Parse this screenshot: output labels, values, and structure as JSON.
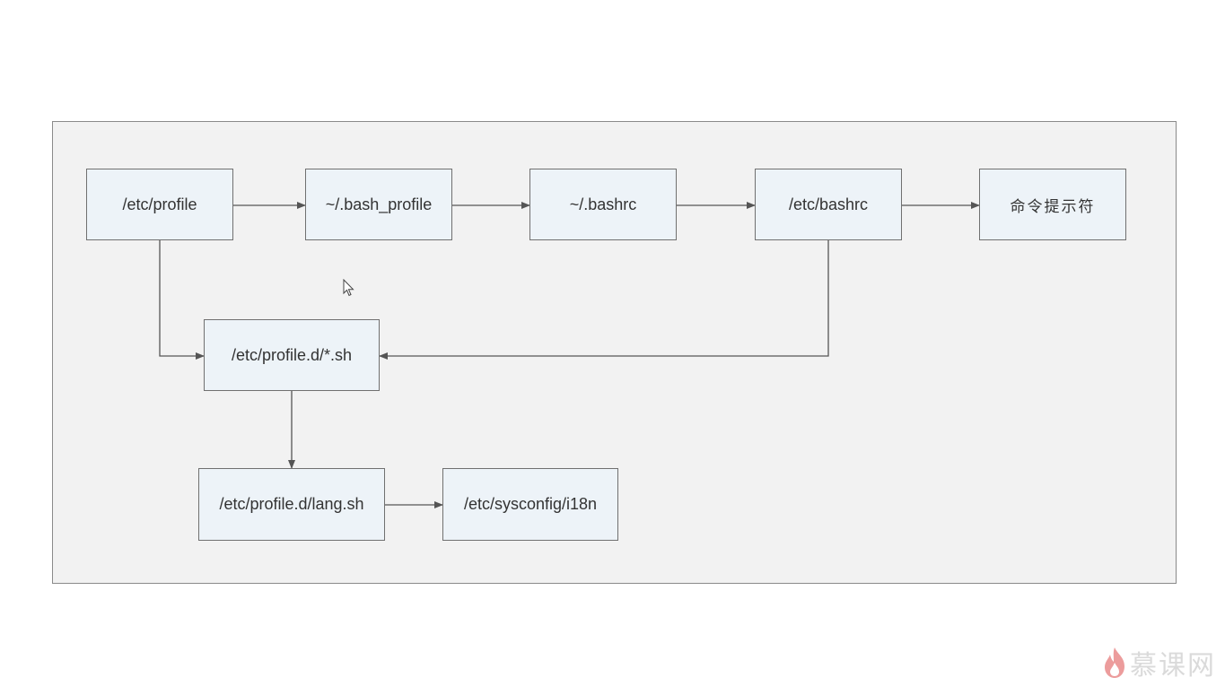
{
  "diagram": {
    "nodes": {
      "etc_profile": "/etc/profile",
      "bash_profile": "~/.bash_profile",
      "bashrc_home": "~/.bashrc",
      "etc_bashrc": "/etc/bashrc",
      "prompt": "命令提示符",
      "profile_d_sh": "/etc/profile.d/*.sh",
      "lang_sh": "/etc/profile.d/lang.sh",
      "i18n": "/etc/sysconfig/i18n"
    },
    "edges": [
      {
        "from": "etc_profile",
        "to": "bash_profile"
      },
      {
        "from": "bash_profile",
        "to": "bashrc_home"
      },
      {
        "from": "bashrc_home",
        "to": "etc_bashrc"
      },
      {
        "from": "etc_bashrc",
        "to": "prompt"
      },
      {
        "from": "etc_profile",
        "to": "profile_d_sh"
      },
      {
        "from": "etc_bashrc",
        "to": "profile_d_sh"
      },
      {
        "from": "profile_d_sh",
        "to": "lang_sh"
      },
      {
        "from": "lang_sh",
        "to": "i18n"
      }
    ]
  },
  "watermark": {
    "text": "慕课网",
    "icon": "flame-logo-icon"
  },
  "colors": {
    "frame_bg": "#f2f2f2",
    "node_bg": "#edf3f8",
    "border": "#707070",
    "arrow": "#555555"
  }
}
